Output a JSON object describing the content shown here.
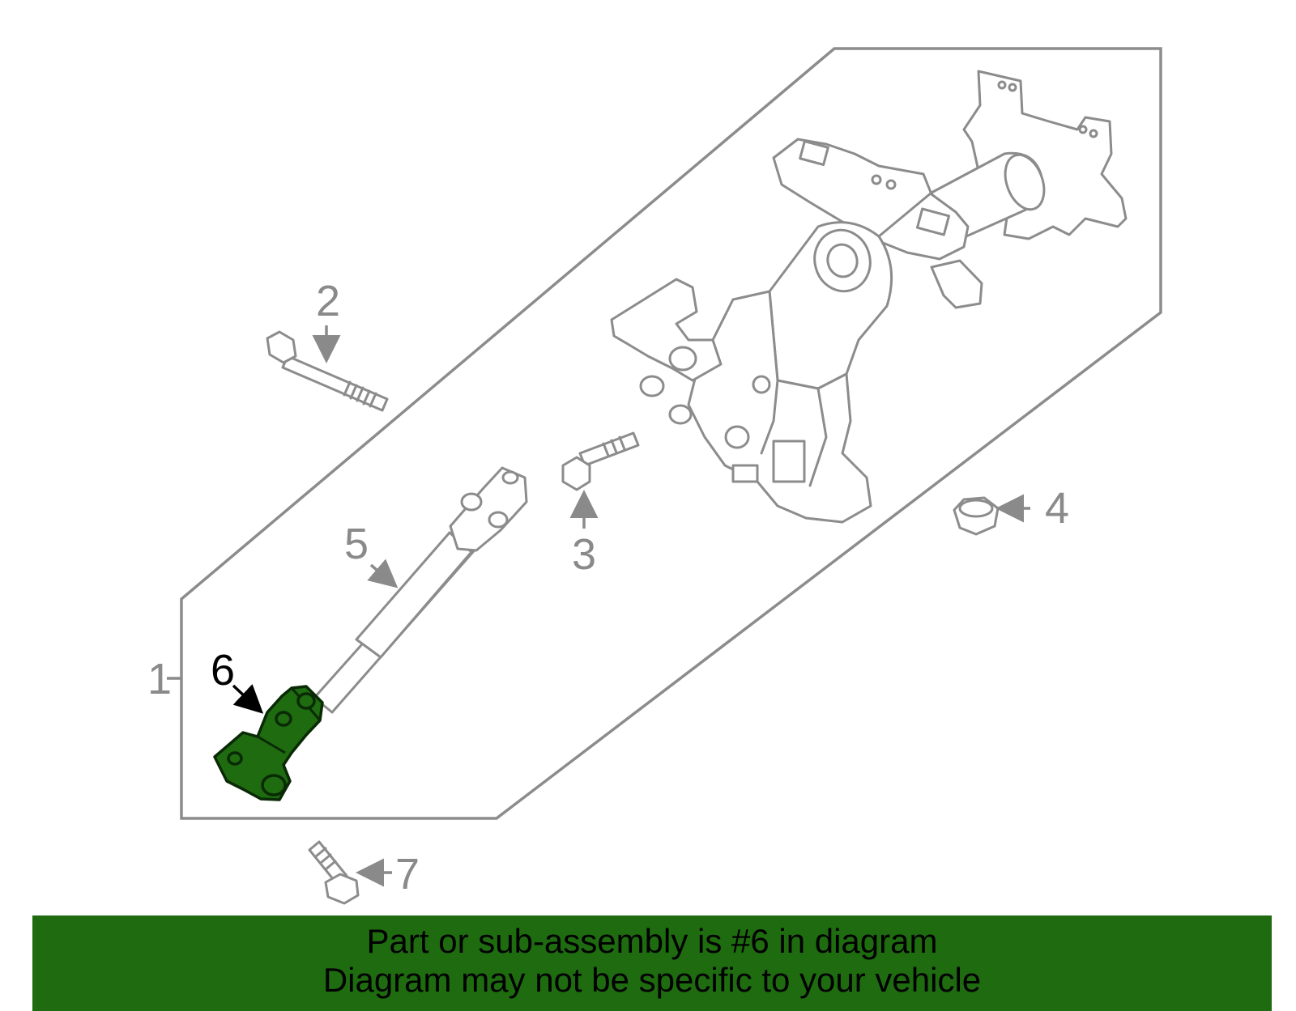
{
  "diagram": {
    "callouts": [
      "1",
      "2",
      "3",
      "4",
      "5",
      "6",
      "7"
    ],
    "highlighted_callout": "6",
    "highlight_color": "#1e6b10",
    "line_color": "#8c8c8c",
    "panel_fill": "#f7f7f7"
  },
  "banner": {
    "line1": "Part or sub-assembly is #6 in diagram",
    "line2": "Diagram may not be specific to your vehicle",
    "background": "#1e6b10"
  }
}
